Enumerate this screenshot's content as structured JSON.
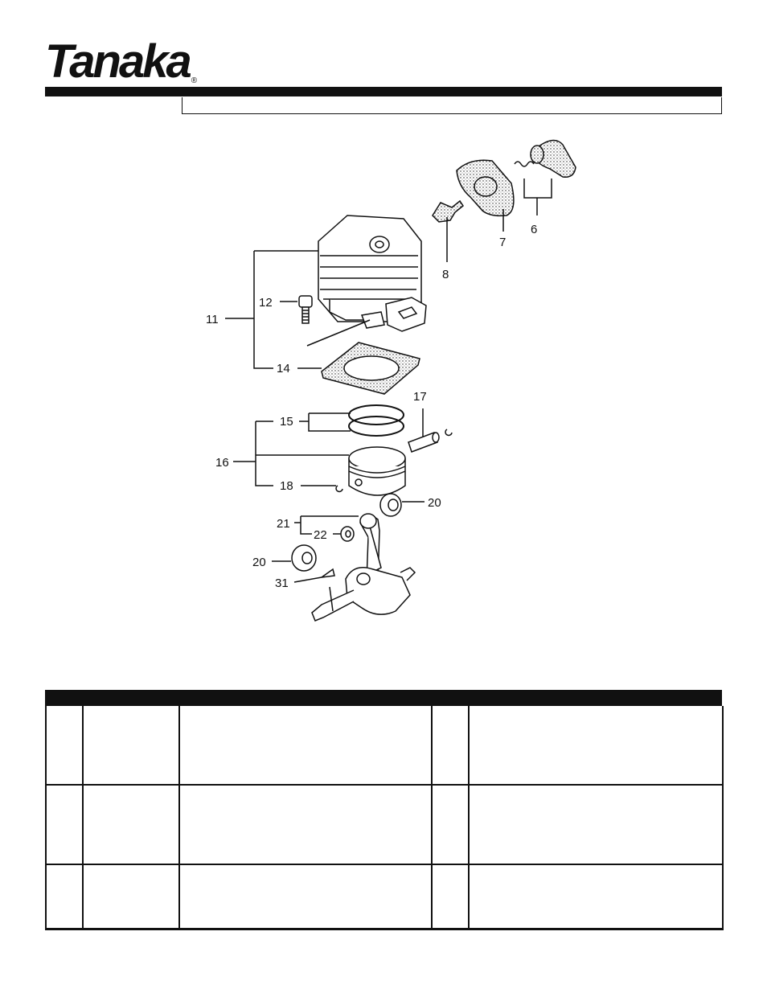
{
  "brand": {
    "logo_text": "Tanaka",
    "registered_mark": "®"
  },
  "diagram": {
    "callouts": [
      "6",
      "7",
      "8",
      "11",
      "12",
      "14",
      "15",
      "16",
      "17",
      "18",
      "20",
      "20",
      "21",
      "22",
      "31"
    ]
  },
  "parts_table": {
    "rows": [
      [
        "",
        "",
        "",
        "",
        ""
      ],
      [
        "",
        "",
        "",
        "",
        ""
      ],
      [
        "",
        "",
        "",
        "",
        ""
      ]
    ]
  }
}
